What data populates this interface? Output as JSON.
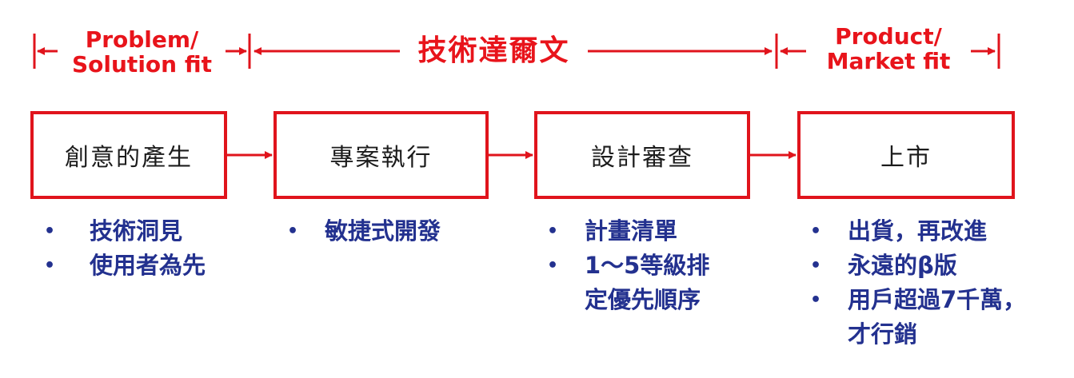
{
  "phases": {
    "problem_solution_fit": "Problem/\nSolution fit",
    "technical_darwinism": "技術達爾文",
    "product_market_fit": "Product/\nMarket fit"
  },
  "stages": [
    {
      "label": "創意的產生",
      "bullets": [
        "技術洞見",
        "使用者為先"
      ]
    },
    {
      "label": "專案執行",
      "bullets": [
        "敏捷式開發"
      ]
    },
    {
      "label": "設計審查",
      "bullets": [
        "計畫清單",
        "1～5等級排\n定優先順序"
      ]
    },
    {
      "label": "上市",
      "bullets": [
        "出貨，再改進",
        "永遠的β版",
        "用戶超過7千萬，\n才行銷"
      ]
    }
  ],
  "bullet_symbol": "•",
  "colors": {
    "accent_red": "#e0141c",
    "bullet_text": "#23318f",
    "box_text": "#1c1c1c"
  }
}
